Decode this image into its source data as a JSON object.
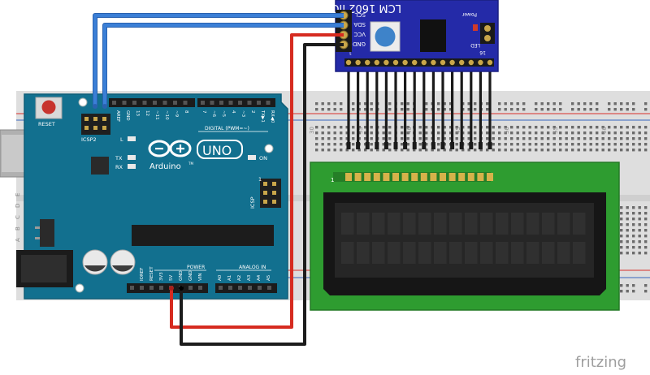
{
  "arduino": {
    "reset_label": "RESET",
    "icsp2_label": "ICSP2",
    "logo_text": "Arduino",
    "tm": "TM",
    "model": "UNO",
    "digital_label": "DIGITAL (PWM=~)",
    "digital_pins": [
      "AREF",
      "GND",
      "13",
      "12",
      "~11",
      "~10",
      "~9",
      "8",
      "7",
      "~6",
      "~5",
      "4",
      "~3",
      "2",
      "TX▶1",
      "RX◀0"
    ],
    "led_l": "L",
    "led_tx": "TX",
    "led_rx": "RX",
    "on_label": "ON",
    "icsp_label": "ICSP",
    "icsp_one": "1",
    "power_label": "POWER",
    "analog_label": "ANALOG IN",
    "power_pins": [
      "IOREF",
      "RESET",
      "3V3",
      "5V",
      "GND",
      "GND",
      "VIN"
    ],
    "analog_pins": [
      "A0",
      "A1",
      "A2",
      "A3",
      "A4",
      "A5"
    ]
  },
  "i2c_module": {
    "title": "LCM 1602 IIC",
    "power_label": "Power",
    "pins": [
      "SCL",
      "SDA",
      "VCC",
      "GND"
    ],
    "led_label": "LED",
    "pin_one": "1",
    "pin_sixteen": "16"
  },
  "lcd": {
    "pin_one": "1"
  },
  "breadboard": {
    "col_labels": [
      "30",
      "35",
      "40",
      "45",
      "50",
      "55",
      "60"
    ],
    "row_labels": [
      "A",
      "B",
      "C",
      "D",
      "E"
    ]
  },
  "watermark": "fritzing",
  "colors": {
    "arduino_board": "#12708f",
    "i2c_board": "#242aa8",
    "lcd_board": "#2e9c30",
    "wire_signal": "#3b7fd6",
    "wire_vcc": "#d62b20",
    "wire_gnd": "#1c1c1c"
  }
}
